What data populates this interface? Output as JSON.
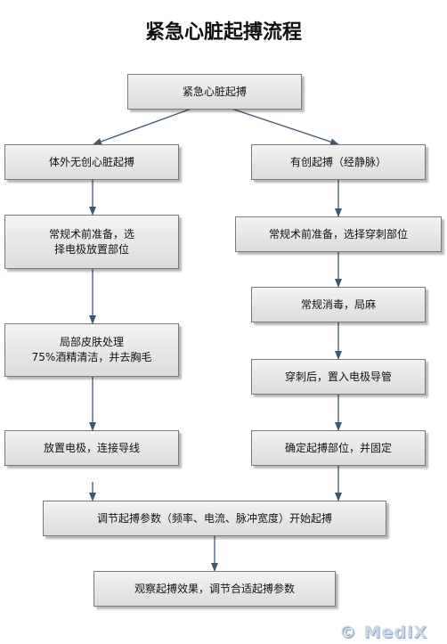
{
  "title": "紧急心脏起搏流程",
  "nodes": {
    "root": "紧急心脏起搏",
    "left_1": "体外无创心脏起搏",
    "left_2": "常规术前准备，选\n择电极放置部位",
    "left_3": "局部皮肤处理\n75%酒精清洁，并去胸毛",
    "left_4": "放置电极，连接导线",
    "right_1": "有创起搏（经静脉）",
    "right_2": "常规术前准备，选择穿刺部位",
    "right_3": "常规消毒，局麻",
    "right_4": "穿刺后，置入电极导管",
    "right_5": "确定起搏部位，并固定",
    "merge": "调节起搏参数（频率、电流、脉冲宽度）开始起搏",
    "final": "观察起搏效果，调节合适起搏参数"
  },
  "watermark": "© MediX",
  "colors": {
    "box_border": "#7a7a7a",
    "arrow": "#3f5872",
    "watermark": "#c8d6e6"
  }
}
